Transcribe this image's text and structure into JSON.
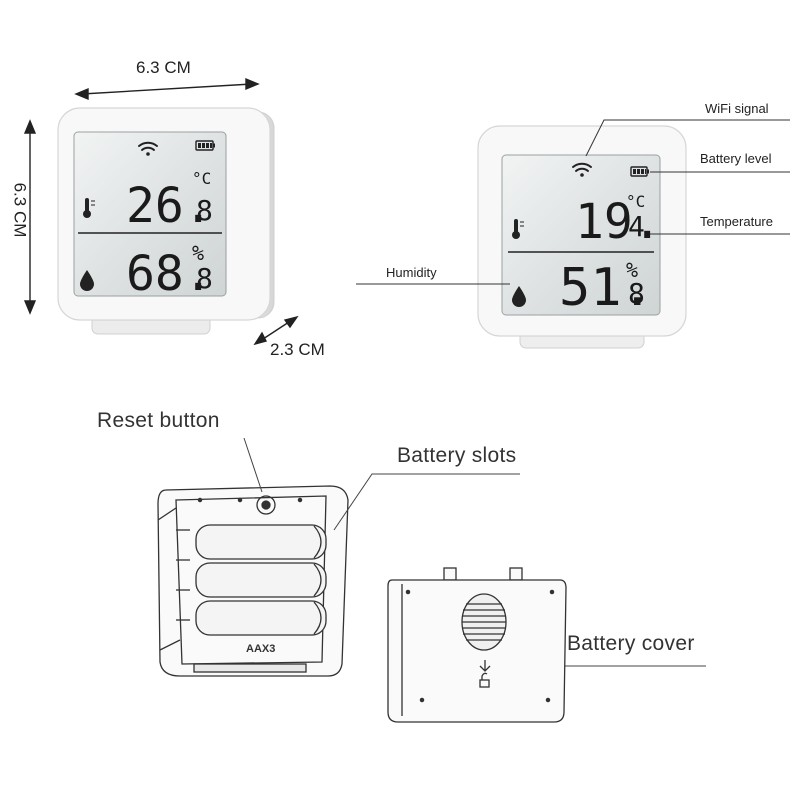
{
  "dimensions": {
    "width": "6.3 CM",
    "height": "6.3 CM",
    "depth": "2.3 CM"
  },
  "front_display": {
    "temperature": "26.",
    "temperature_decimal": "8",
    "temperature_unit": "°C",
    "humidity": "68.",
    "humidity_decimal": "8",
    "humidity_unit": "%"
  },
  "annotated_display": {
    "temperature": "19.",
    "temperature_decimal": "4",
    "temperature_unit": "°C",
    "humidity": "51.",
    "humidity_decimal": "8",
    "humidity_unit": "%"
  },
  "callouts": {
    "wifi_signal": "WiFi signal",
    "battery_level": "Battery level",
    "temperature": "Temperature",
    "humidity": "Humidity",
    "reset_button": "Reset button",
    "battery_slots": "Battery slots",
    "battery_cover": "Battery cover"
  },
  "battery_marking": "AAX3",
  "icons": [
    "wifi-icon",
    "battery-icon",
    "thermometer-icon",
    "droplet-icon",
    "unlock-arrow-icon"
  ]
}
